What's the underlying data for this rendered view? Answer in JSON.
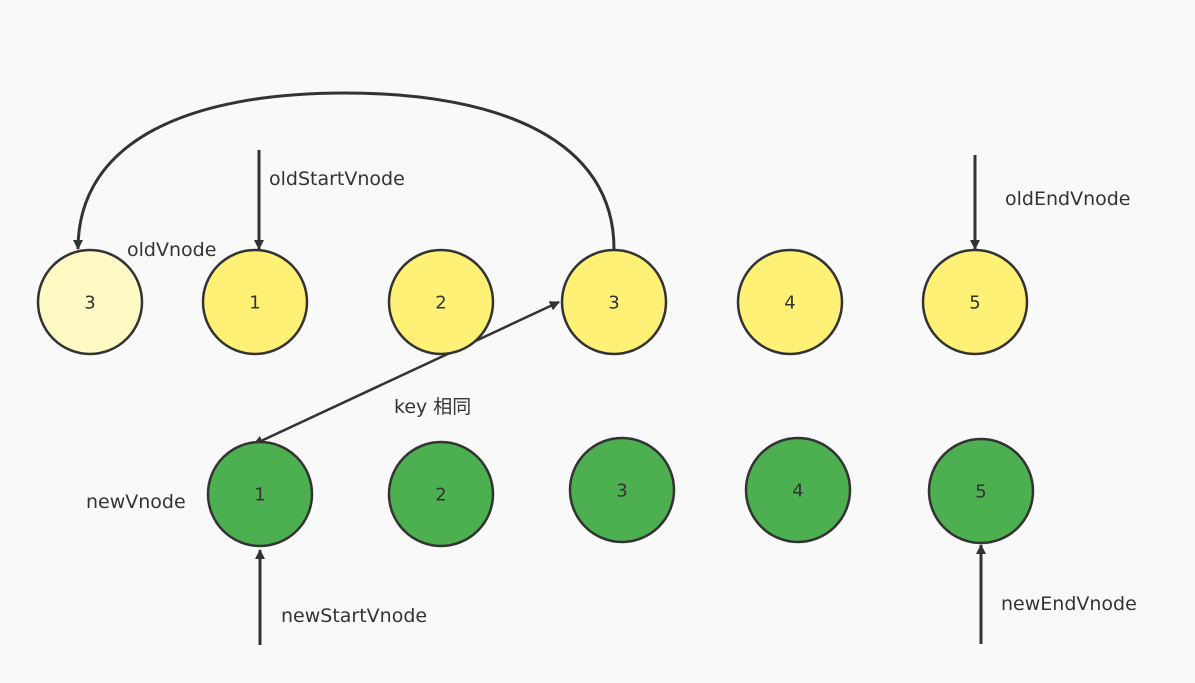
{
  "colors": {
    "background": "#f9f9f9",
    "old_fill": "#fff176",
    "moved_fill": "#fff9c4",
    "new_fill": "#4caf50",
    "stroke": "#333333",
    "text": "#333333"
  },
  "labels": {
    "old_row": "oldVnode",
    "new_row": "newVnode",
    "old_start": "oldStartVnode",
    "old_end": "oldEndVnode",
    "new_start": "newStartVnode",
    "new_end": "newEndVnode",
    "key_same": "key 相同"
  },
  "moved_node": {
    "label": "3"
  },
  "old_nodes": [
    {
      "label": "1"
    },
    {
      "label": "2"
    },
    {
      "label": "3"
    },
    {
      "label": "4"
    },
    {
      "label": "5"
    }
  ],
  "new_nodes": [
    {
      "label": "1"
    },
    {
      "label": "2"
    },
    {
      "label": "3"
    },
    {
      "label": "4"
    },
    {
      "label": "5"
    }
  ]
}
